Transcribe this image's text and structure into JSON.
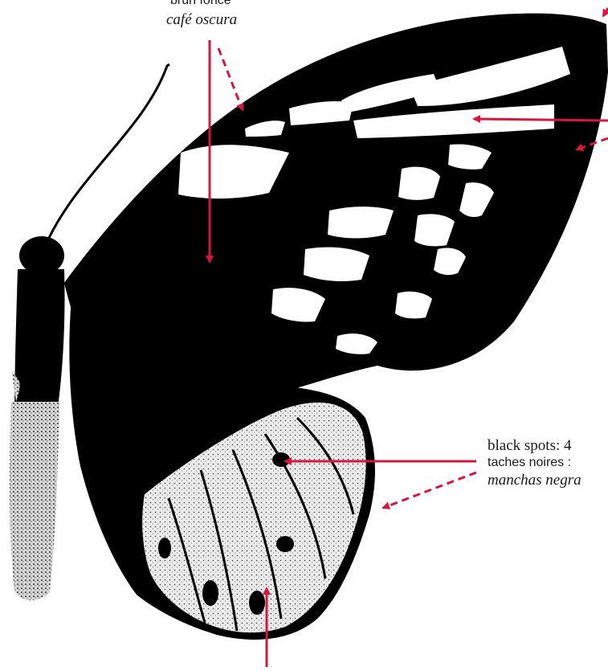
{
  "labels": {
    "top_fr": "brun foncé",
    "top_es": "café oscura",
    "spots_en": "black spots: 4",
    "spots_fr": "taches noires :",
    "spots_es": "manchas negra"
  },
  "colors": {
    "ink": "#000000",
    "arrow": "#d6163f",
    "paper": "#ffffff",
    "pale": "#cfcfcf"
  }
}
